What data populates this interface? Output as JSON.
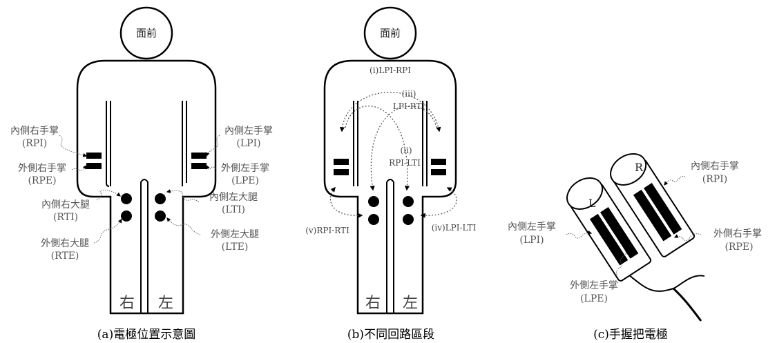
{
  "panel_a": {
    "face": "面前",
    "right_side": "右",
    "left_side": "左",
    "rpi_name": "內側右手掌",
    "rpi_code": "(RPI)",
    "rpe_name": "外側右手掌",
    "rpe_code": "(RPE)",
    "lpi_name": "內側左手掌",
    "lpi_code": "(LPI)",
    "lpe_name": "外側左手掌",
    "lpe_code": "(LPE)",
    "rti_name": "內側右大腿",
    "rti_code": "(RTI)",
    "rte_name": "外側右大腿",
    "rte_code": "(RTE)",
    "lti_name": "內側左大腿",
    "lti_code": "(LTI)",
    "lte_name": "外側左大腿",
    "lte_code": "(LTE)",
    "caption": "(a)電極位置示意圖"
  },
  "panel_b": {
    "face": "面前",
    "right_side": "右",
    "left_side": "左",
    "path_i": "(i)LPI-RPI",
    "path_ii_num": "(ii)",
    "path_ii": "RPI-LTI",
    "path_iii_num": "(iii)",
    "path_iii": "LPI-RTI",
    "path_iv": "(iv)LPI-LTI",
    "path_v": "(v)RPI-RTI",
    "caption": "(b)不同回路區段"
  },
  "panel_c": {
    "left_cap": "L",
    "right_cap": "R",
    "rpi_name": "內側右手掌",
    "rpi_code": "(RPI)",
    "rpe_name": "外側右手掌",
    "rpe_code": "(RPE)",
    "lpi_name": "內側左手掌",
    "lpi_code": "(LPI)",
    "lpe_name": "外側左手掌",
    "lpe_code": "(LPE)",
    "caption": "(c)手握把電極"
  }
}
